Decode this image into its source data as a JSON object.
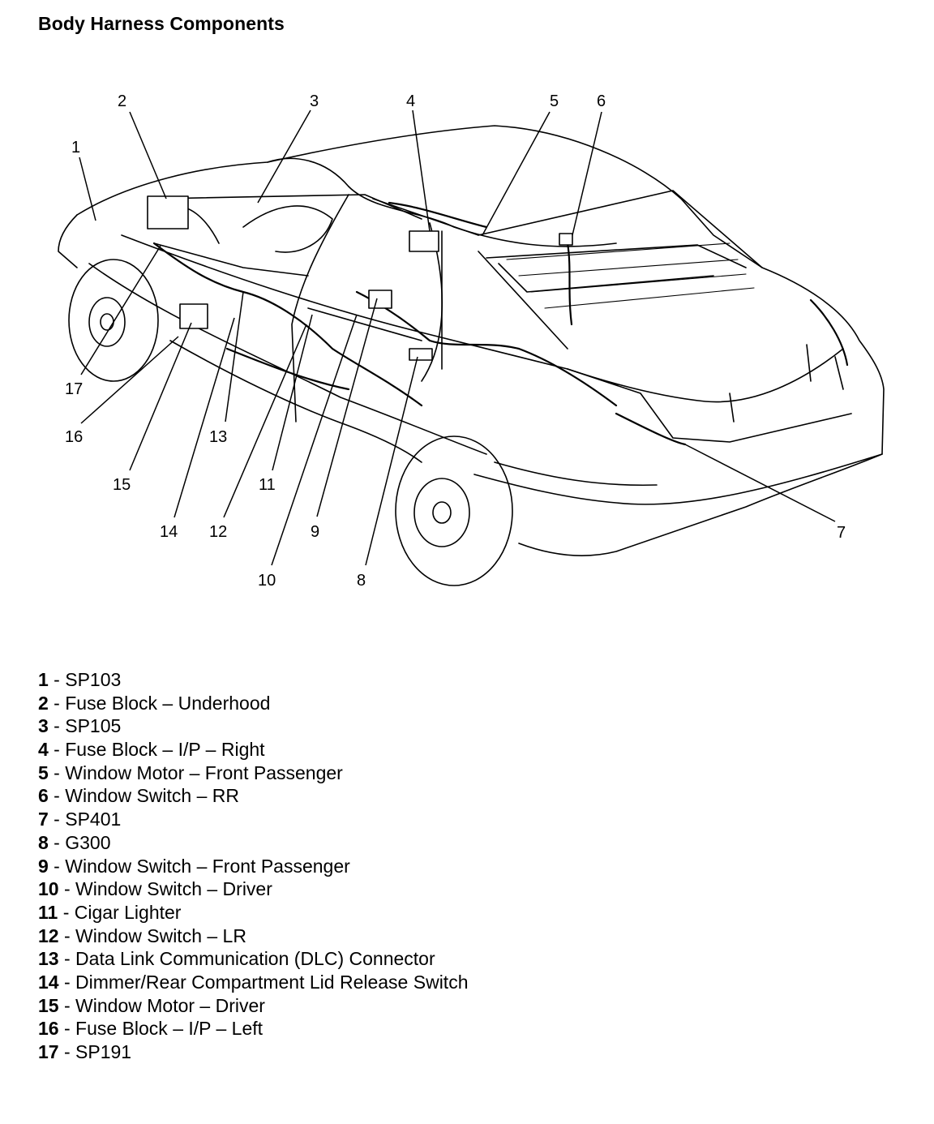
{
  "title": "Body Harness Components",
  "callouts": [
    "1",
    "2",
    "3",
    "4",
    "5",
    "6",
    "7",
    "8",
    "9",
    "10",
    "11",
    "12",
    "13",
    "14",
    "15",
    "16",
    "17"
  ],
  "legend": [
    {
      "num": "1",
      "label": "SP103"
    },
    {
      "num": "2",
      "label": "Fuse Block – Underhood"
    },
    {
      "num": "3",
      "label": "SP105"
    },
    {
      "num": "4",
      "label": "Fuse Block – I/P – Right"
    },
    {
      "num": "5",
      "label": "Window Motor – Front Passenger"
    },
    {
      "num": "6",
      "label": "Window Switch – RR"
    },
    {
      "num": "7",
      "label": "SP401"
    },
    {
      "num": "8",
      "label": "G300"
    },
    {
      "num": "9",
      "label": "Window Switch – Front Passenger"
    },
    {
      "num": "10",
      "label": "Window Switch – Driver"
    },
    {
      "num": "11",
      "label": "Cigar Lighter"
    },
    {
      "num": "12",
      "label": "Window Switch – LR"
    },
    {
      "num": "13",
      "label": "Data Link Communication (DLC) Connector"
    },
    {
      "num": "14",
      "label": "Dimmer/Rear Compartment Lid Release Switch"
    },
    {
      "num": "15",
      "label": "Window Motor – Driver"
    },
    {
      "num": "16",
      "label": "Fuse Block – I/P – Left"
    },
    {
      "num": "17",
      "label": "SP191"
    }
  ],
  "separator": " - "
}
